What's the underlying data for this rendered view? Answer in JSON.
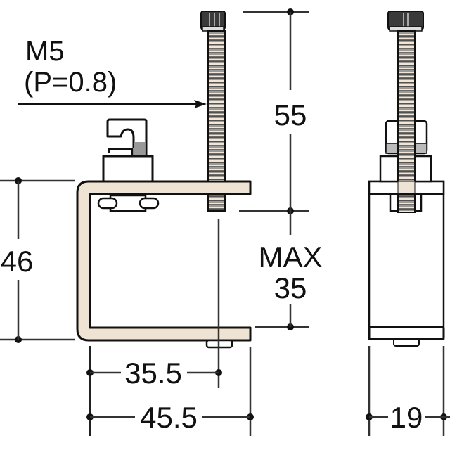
{
  "diagram": {
    "type": "technical-dimension-drawing",
    "subject": "C-shaped hanger bracket with adjustable clamp bolt",
    "colors": {
      "line": "#111111",
      "dim_line": "#333333",
      "bracket_fill": "#efe3d3",
      "bolt_fill": "#888888",
      "background": "#ffffff"
    },
    "bolt_spec": {
      "thread": "M5",
      "pitch": "(P=0.8)"
    },
    "dimensions": {
      "bolt_length": "55",
      "max_opening_label": "MAX",
      "max_opening_value": "35",
      "bracket_height": "46",
      "bolt_offset": "35.5",
      "overall_width": "45.5",
      "side_width": "19"
    },
    "views": [
      "front-view",
      "side-view"
    ]
  }
}
